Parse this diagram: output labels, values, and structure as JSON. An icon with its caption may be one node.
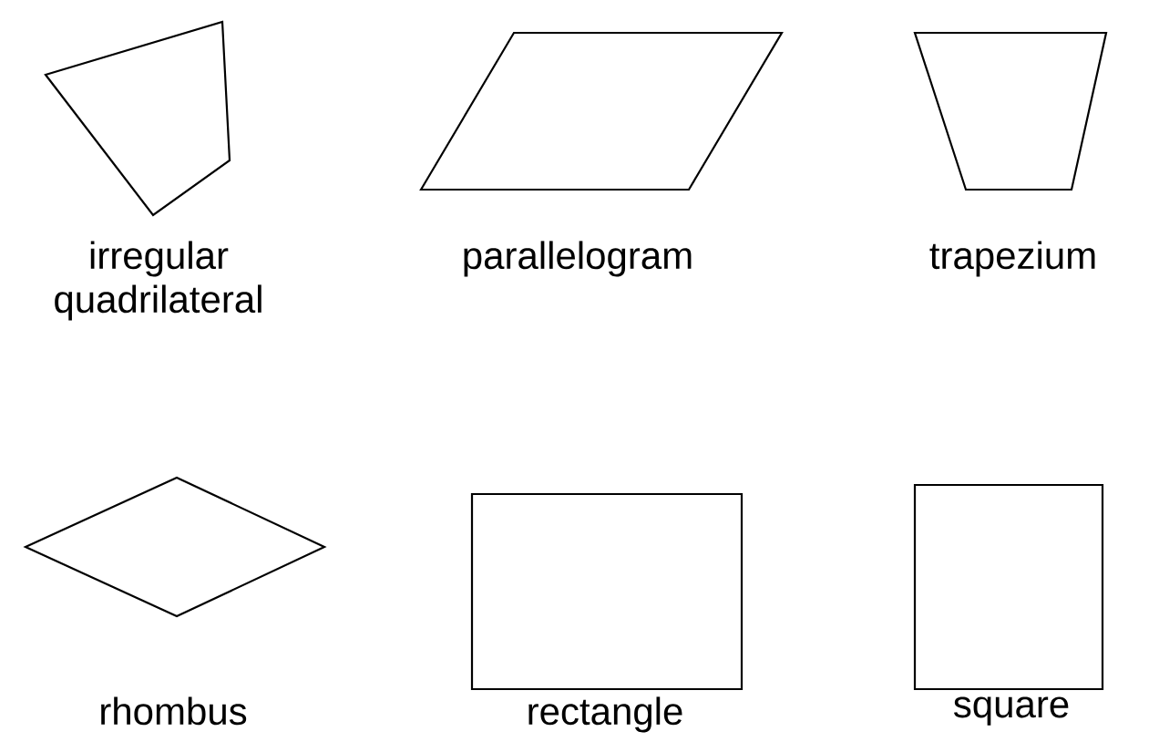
{
  "diagram": {
    "nodes": [
      {
        "text": [
          "irregular quadrilateral"
        ]
      },
      {
        "text": [
          "parallelogram"
        ]
      },
      {
        "text": [
          "trapezium"
        ]
      },
      {
        "text": [
          "rhombus"
        ]
      },
      {
        "text": [
          "rectangle"
        ]
      },
      {
        "text": [
          "square"
        ]
      }
    ]
  }
}
